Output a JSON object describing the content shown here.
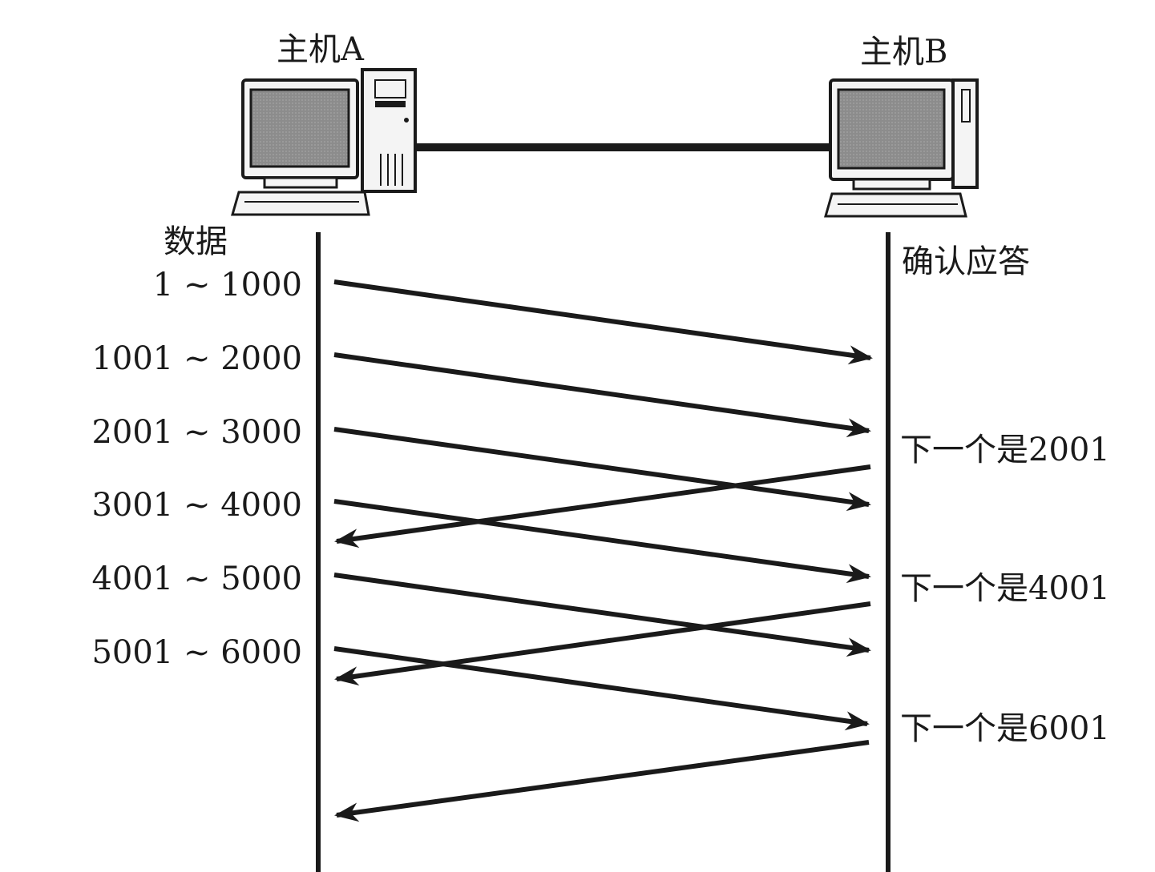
{
  "host_a": {
    "label": "主机A"
  },
  "host_b": {
    "label": "主机B"
  },
  "data_title": "数据",
  "ack_title": "确认应答",
  "segments": [
    {
      "label": "1 ~ 1000"
    },
    {
      "label": "1001 ~ 2000"
    },
    {
      "label": "2001 ~ 3000"
    },
    {
      "label": "3001 ~ 4000"
    },
    {
      "label": "4001 ~ 5000"
    },
    {
      "label": "5001 ~ 6000"
    }
  ],
  "acks": [
    {
      "label": "下一个是2001"
    },
    {
      "label": "下一个是4001"
    },
    {
      "label": "下一个是6001"
    }
  ],
  "colors": {
    "ink": "#1a1a1a",
    "screen": "#8c8c8c",
    "case": "#f4f4f4"
  },
  "icons": [
    "desktop-computer-icon",
    "desktop-computer-icon"
  ]
}
